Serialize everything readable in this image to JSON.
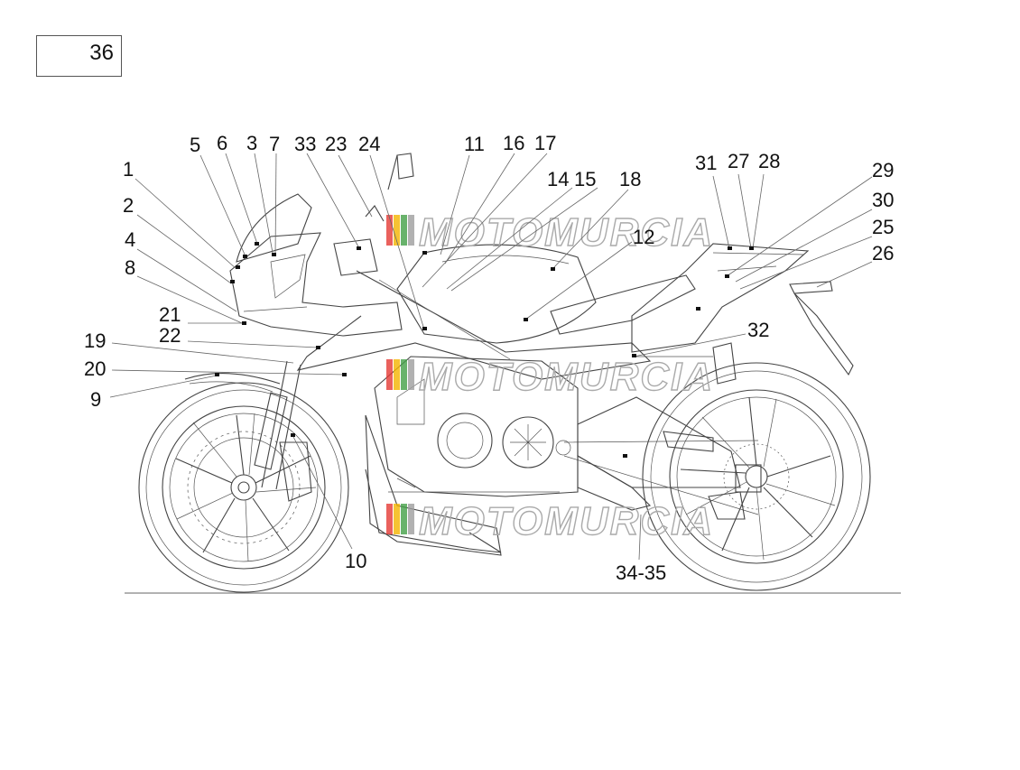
{
  "page_ref": "36",
  "watermark": "MOTOMURCIA",
  "watermark_colors": [
    "#e53935",
    "#f4b400",
    "#43a047",
    "#9e9e9e"
  ],
  "callouts": [
    {
      "id": "c1",
      "label": "1"
    },
    {
      "id": "c2",
      "label": "2"
    },
    {
      "id": "c4",
      "label": "4"
    },
    {
      "id": "c8",
      "label": "8"
    },
    {
      "id": "c5",
      "label": "5"
    },
    {
      "id": "c6",
      "label": "6"
    },
    {
      "id": "c3",
      "label": "3"
    },
    {
      "id": "c7",
      "label": "7"
    },
    {
      "id": "c33",
      "label": "33"
    },
    {
      "id": "c23",
      "label": "23"
    },
    {
      "id": "c24",
      "label": "24"
    },
    {
      "id": "c11",
      "label": "11"
    },
    {
      "id": "c16",
      "label": "16"
    },
    {
      "id": "c17",
      "label": "17"
    },
    {
      "id": "c14",
      "label": "14"
    },
    {
      "id": "c15",
      "label": "15"
    },
    {
      "id": "c18",
      "label": "18"
    },
    {
      "id": "c12",
      "label": "12"
    },
    {
      "id": "c31",
      "label": "31"
    },
    {
      "id": "c27",
      "label": "27"
    },
    {
      "id": "c28",
      "label": "28"
    },
    {
      "id": "c29",
      "label": "29"
    },
    {
      "id": "c30",
      "label": "30"
    },
    {
      "id": "c25",
      "label": "25"
    },
    {
      "id": "c26",
      "label": "26"
    },
    {
      "id": "c21",
      "label": "21"
    },
    {
      "id": "c22",
      "label": "22"
    },
    {
      "id": "c19",
      "label": "19"
    },
    {
      "id": "c20",
      "label": "20"
    },
    {
      "id": "c9",
      "label": "9"
    },
    {
      "id": "c32",
      "label": "32"
    },
    {
      "id": "c10",
      "label": "10"
    },
    {
      "id": "c3435",
      "label": "34-35"
    }
  ]
}
